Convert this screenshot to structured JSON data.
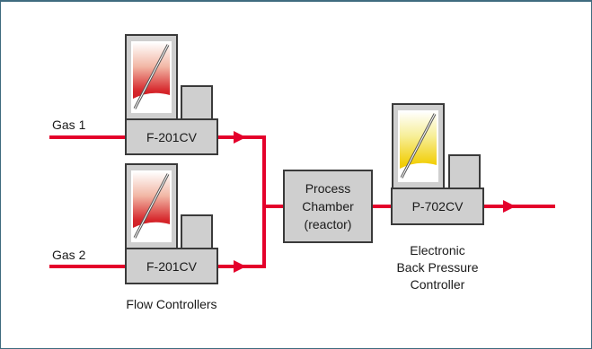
{
  "inputs": {
    "gas1": "Gas 1",
    "gas2": "Gas 2"
  },
  "flow_controller_1": {
    "label": "F-201CV"
  },
  "flow_controller_2": {
    "label": "F-201CV"
  },
  "process_chamber": {
    "line1": "Process",
    "line2": "Chamber",
    "line3": "(reactor)"
  },
  "back_pressure_controller": {
    "label": "P-702CV"
  },
  "captions": {
    "flow_controllers": "Flow Controllers",
    "bpc_line1": "Electronic",
    "bpc_line2": "Back Pressure",
    "bpc_line3": "Controller"
  },
  "colors": {
    "flow_line": "#e4002b",
    "frame": "#3f6b7f",
    "box_fill": "#cfcfcf",
    "box_stroke": "#3a3a3a",
    "red_gauge": "#d6262b",
    "yellow_gauge": "#f2cf0a"
  }
}
